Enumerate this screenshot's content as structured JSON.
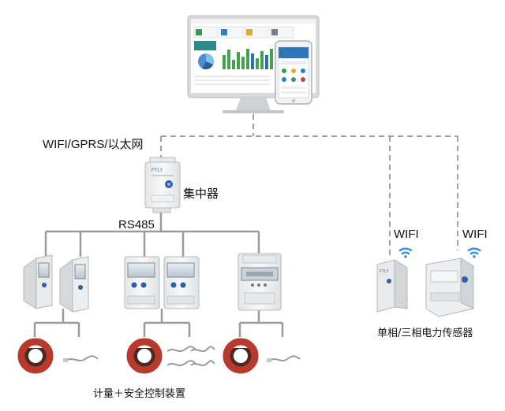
{
  "network": {
    "uplink_label": "WIFI/GPRS/以太网",
    "bus_label": "RS485",
    "wifi_label": "WIFI"
  },
  "devices": {
    "concentrator_label": "集中器",
    "sensor_group_label": "单相/三相电力传感器",
    "metering_group_label": "计量＋安全控制装置"
  },
  "colors": {
    "solid_line": "#9a9a9a",
    "dashed_line": "#a0a0a0",
    "wifi_icon": "#3d8fd6",
    "ct_ring": "#b73a2c",
    "green_bar": "#44a24c",
    "blue_bar": "#2c6fb3"
  },
  "icons": [
    "monitor-icon",
    "phone-icon",
    "wifi-icon",
    "meter-icon",
    "current-transformer-icon",
    "temperature-probe-icon"
  ]
}
